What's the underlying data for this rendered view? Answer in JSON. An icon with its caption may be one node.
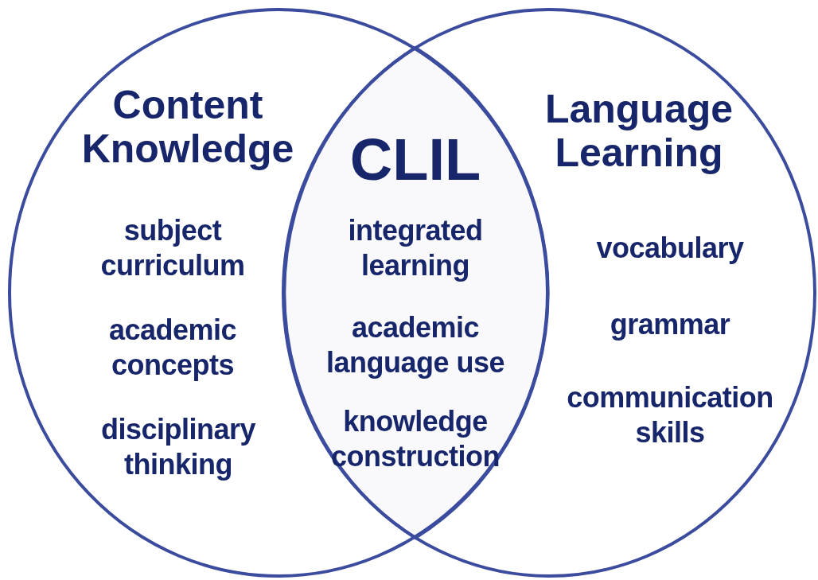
{
  "diagram": {
    "nodes": [
      {
        "text": [
          "Content Knowledge",
          "subject curriculum",
          "academic concepts",
          "disciplinary thinking"
        ]
      },
      {
        "text": [
          "Language Learning",
          "vocabulary",
          "grammar",
          "communication skills"
        ]
      },
      {
        "text": [
          "CLIL",
          "integrated learning",
          "academic language use",
          "knowledge construction"
        ]
      }
    ],
    "edges": []
  }
}
